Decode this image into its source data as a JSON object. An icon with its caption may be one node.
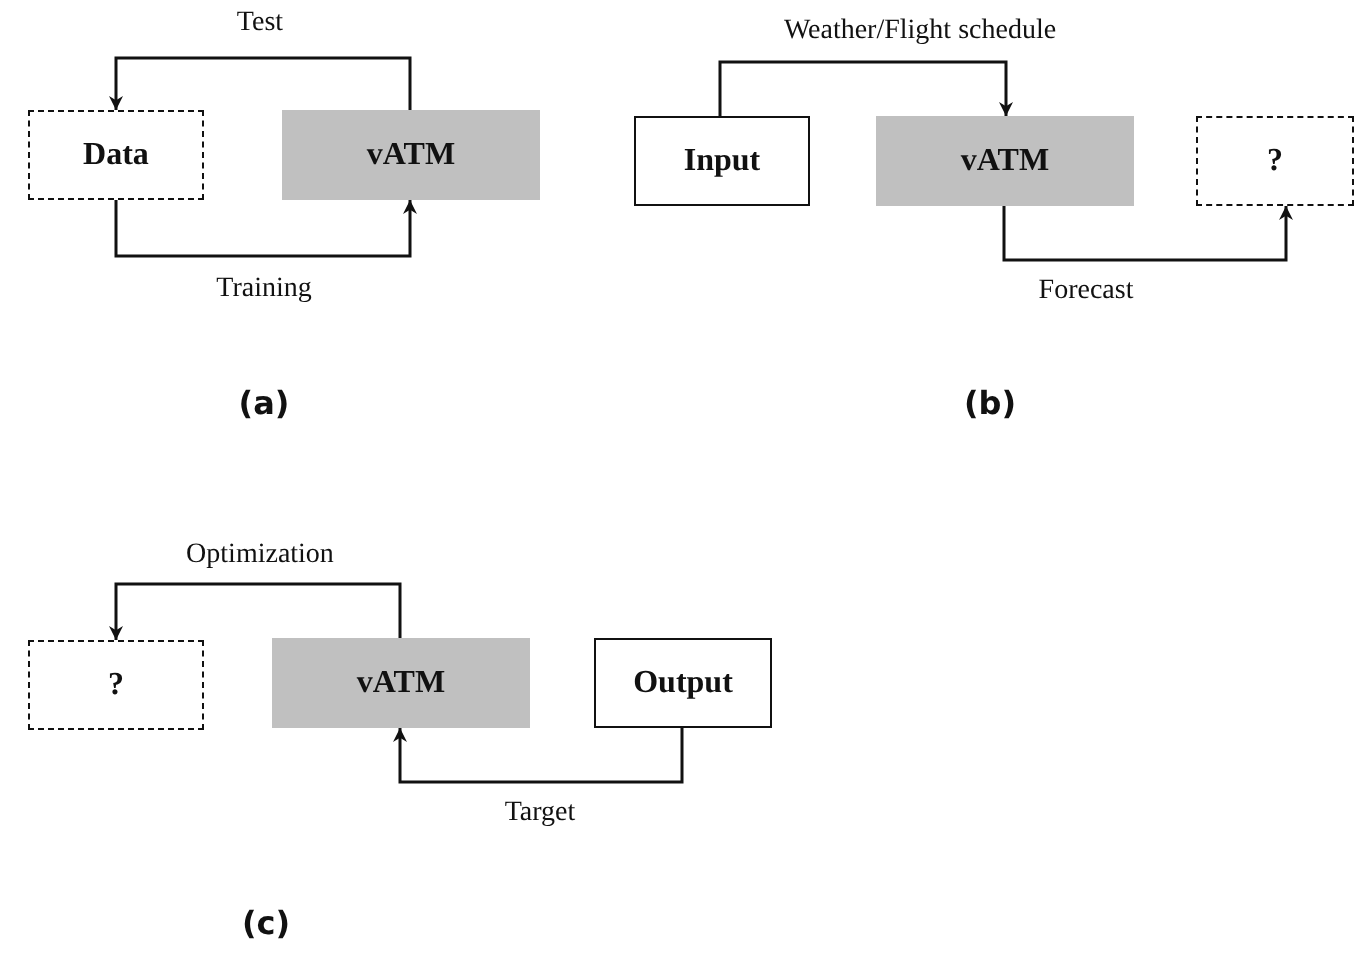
{
  "diagram": {
    "nodes": [
      {
        "text": [
          "Data"
        ]
      },
      {
        "text": [
          "vATM"
        ]
      },
      {
        "text": [
          "Input"
        ]
      },
      {
        "text": [
          "vATM"
        ]
      },
      {
        "text": [
          "?"
        ]
      },
      {
        "text": [
          "?"
        ]
      },
      {
        "text": [
          "vATM"
        ]
      },
      {
        "text": [
          "Output"
        ]
      }
    ],
    "edges": [
      {
        "from": 1,
        "to": 0,
        "arrow": "to",
        "label": "Test"
      },
      {
        "from": 0,
        "to": 1,
        "arrow": "to",
        "label": "Training"
      },
      {
        "from": 2,
        "to": 3,
        "arrow": "to",
        "label": "Weather/Flight schedule"
      },
      {
        "from": 3,
        "to": 4,
        "arrow": "to",
        "label": "Forecast"
      },
      {
        "from": 6,
        "to": 5,
        "arrow": "to",
        "label": "Optimization"
      },
      {
        "from": 7,
        "to": 6,
        "arrow": "to",
        "label": "Target"
      }
    ],
    "labels": [
      "(a)",
      "(b)",
      "(c)"
    ]
  }
}
